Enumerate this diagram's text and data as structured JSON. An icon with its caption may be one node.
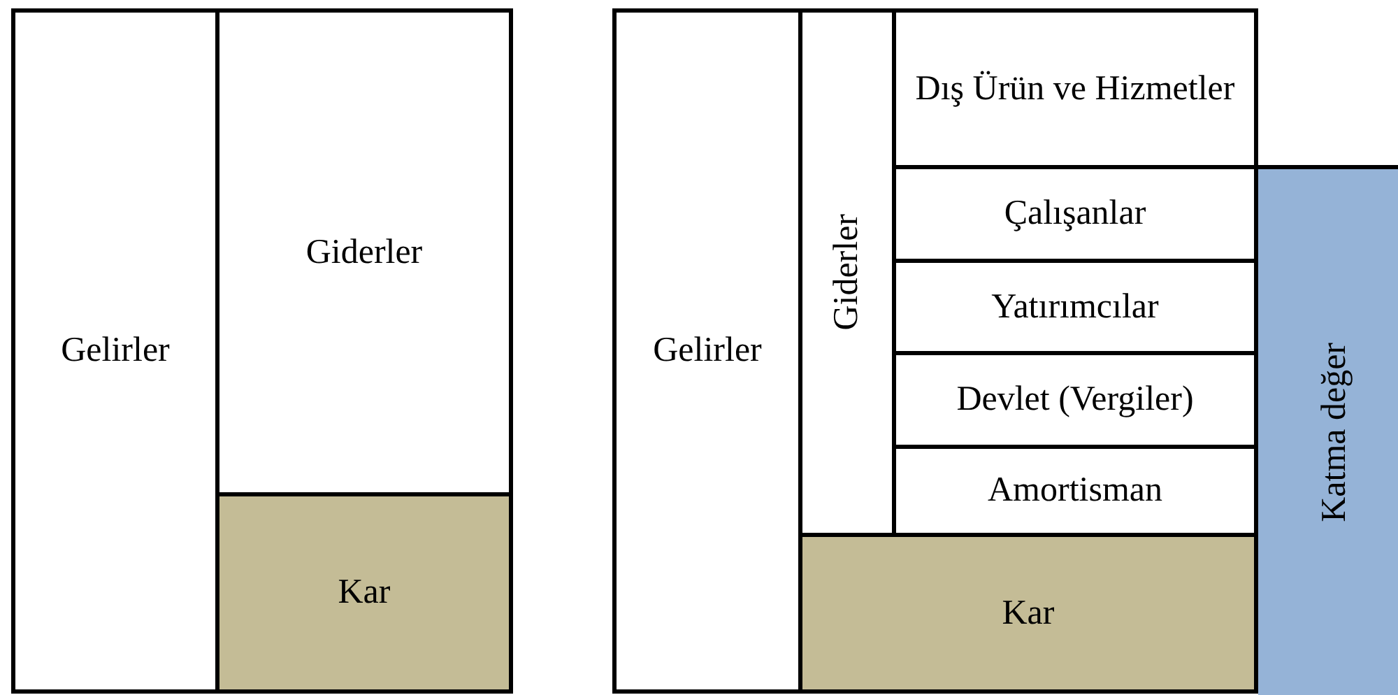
{
  "diagram": {
    "nodes": [
      {
        "text": [
          "Gelirler"
        ]
      },
      {
        "text": [
          "Giderler"
        ]
      },
      {
        "text": [
          "Kar"
        ]
      },
      {
        "text": [
          "Gelirler"
        ]
      },
      {
        "text": [
          "Giderler"
        ]
      },
      {
        "text": [
          "Dış Ürün ve Hizmetler"
        ]
      },
      {
        "text": [
          "Çalışanlar"
        ]
      },
      {
        "text": [
          "Yatırımcılar"
        ]
      },
      {
        "text": [
          "Devlet (Vergiler)"
        ]
      },
      {
        "text": [
          "Amortisman"
        ]
      },
      {
        "text": [
          "Kar"
        ]
      },
      {
        "text": [
          "Katma değer"
        ]
      }
    ],
    "edges": []
  }
}
